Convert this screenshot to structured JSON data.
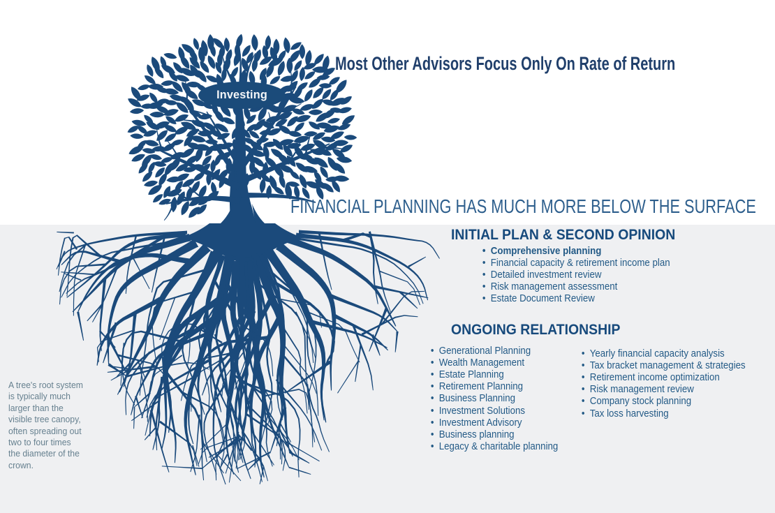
{
  "page": {
    "title_top": "Most Other Advisors Focus Only On Rate of Return",
    "surface_title": "FINANCIAL PLANNING HAS MUCH MORE BELOW THE SURFACE"
  },
  "tree": {
    "canopy_label": "Investing"
  },
  "initial_plan": {
    "heading": "INITIAL PLAN & SECOND OPINION",
    "items": [
      "Comprehensive planning",
      "Financial capacity & retirement income plan",
      "Detailed investment review",
      "Risk management assessment",
      "Estate Document Review"
    ]
  },
  "ongoing": {
    "heading": "ONGOING RELATIONSHIP",
    "left_items": [
      "Generational Planning",
      "Wealth Management",
      "Estate Planning",
      "Retirement Planning",
      "Business Planning",
      "Investment Solutions",
      "Investment Advisory",
      "Business planning",
      "Legacy & charitable planning"
    ],
    "right_items": [
      "Yearly financial capacity analysis",
      "Tax bracket management & strategies",
      "Retirement income optimization",
      "Risk management review",
      "Company stock planning",
      "Tax loss harvesting"
    ]
  },
  "root_note": {
    "lines": [
      "A tree's root system",
      "is typically much",
      "larger than the",
      "visible tree canopy,",
      "often spreading out",
      "two to four times",
      "the diameter of the",
      "crown."
    ]
  },
  "colors": {
    "tree_blue": "#1b4a7b",
    "title_navy": "#203f6b",
    "surface_blue": "#2e5f8d",
    "heading_navy": "#174a7c",
    "list_blue": "#235a86",
    "note_gray": "#66808f",
    "below_surface_bg": "#eff0f2"
  }
}
